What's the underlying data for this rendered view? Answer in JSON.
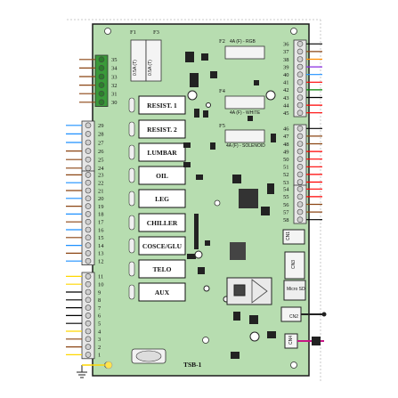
{
  "board": {
    "name": "TSB-1",
    "pcb_color": "#b7ddb0",
    "outline_color": "#1a1a1a",
    "wire_colors": [
      "#8b4513",
      "#1e90ff",
      "#000000",
      "#ff8c00",
      "#8a2be2",
      "#ff0000",
      "#008000",
      "#ffd700",
      "#808080"
    ]
  },
  "fuses": [
    {
      "id": "F1",
      "value": "0.5A (T)"
    },
    {
      "id": "F3",
      "value": "0.5A (T)"
    },
    {
      "id": "F2",
      "value": "4A (F) - RGB"
    },
    {
      "id": "F4",
      "value": "4A (F) - WHITE"
    },
    {
      "id": "F5",
      "value": "4A (F) - SOLENOID"
    }
  ],
  "relays": [
    "RESIST. 1",
    "RESIST. 2",
    "LUMBAR",
    "OIL",
    "LEG",
    "CHILLER",
    "COSCE/GLU",
    "TELO",
    "AUX"
  ],
  "connectors": {
    "cn1": "CN1",
    "cn2": "CN2",
    "cn3": "CN3",
    "cn4": "CN4",
    "micro_sd": "Micro SD"
  },
  "terminals": {
    "left_top": [
      "35",
      "34",
      "33",
      "32",
      "31",
      "30"
    ],
    "left_block_1": [
      "29",
      "28",
      "27",
      "26",
      "25",
      "24"
    ],
    "left_block_2": [
      "23",
      "22",
      "21",
      "20",
      "19",
      "18",
      "17",
      "16",
      "15",
      "14",
      "13",
      "12"
    ],
    "left_block_3": [
      "11",
      "10",
      "9",
      "8",
      "7",
      "6",
      "5",
      "4",
      "3",
      "2",
      "1"
    ],
    "right_block_1": [
      "36",
      "37",
      "38",
      "39",
      "40",
      "41",
      "42",
      "43",
      "44",
      "45"
    ],
    "right_block_2": [
      "46",
      "47",
      "48",
      "49",
      "50",
      "51",
      "52",
      "53"
    ],
    "right_block_3": [
      "54",
      "55",
      "56",
      "57",
      "58"
    ]
  },
  "wires": {
    "left_top": [
      "#8b4513",
      "#8b4513",
      "#8b4513",
      "#8b4513",
      "#8b4513",
      "#8b4513"
    ],
    "left_block_1": [
      "#1e90ff",
      "#1e90ff",
      "#1e90ff",
      "#8b4513",
      "#8b4513",
      "#8b4513"
    ],
    "left_block_2": [
      "#8b4513",
      "#1e90ff",
      "#8b4513",
      "#1e90ff",
      "#8b4513",
      "#1e90ff",
      "#8b4513",
      "#1e90ff",
      "#8b4513",
      "#1e90ff",
      "#8b4513",
      "#1e90ff"
    ],
    "left_block_3": [
      "#ffd700",
      "#ffd700",
      "#000000",
      "#000000",
      "#000000",
      "#000000",
      "#000000",
      "#ffd700",
      "#8b4513",
      "#8b4513",
      "#ffd700"
    ],
    "right_block_1": [
      "#000000",
      "#8b4513",
      "#ff8c00",
      "#8a2be2",
      "#1e90ff",
      "#ff0000",
      "#008000",
      "#000000",
      "#ff0000",
      "#ff0000"
    ],
    "right_block_2": [
      "#000000",
      "#8b4513",
      "#8b4513",
      "#ff0000",
      "#ff0000",
      "#ff0000",
      "#ff0000",
      "#ff0000"
    ],
    "right_block_3": [
      "#ff0000",
      "#ff0000",
      "#8b4513",
      "#8b4513",
      "#000000"
    ]
  }
}
